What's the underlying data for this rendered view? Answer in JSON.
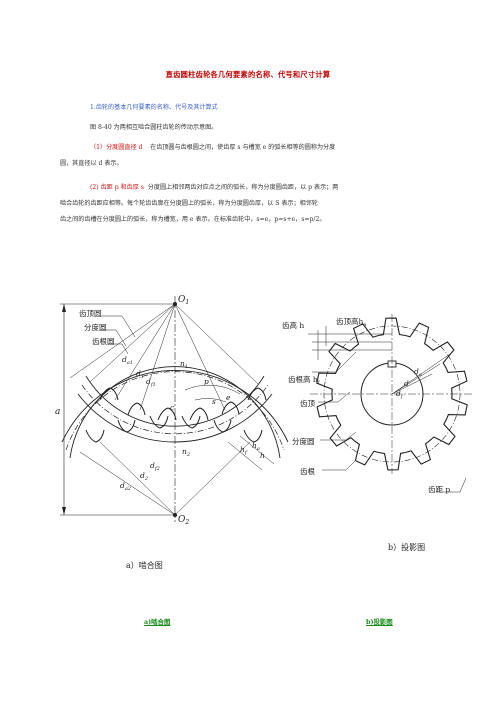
{
  "title": "直齿圆柱齿轮各几何要素的名称、代号和尺寸计算",
  "section_heading": "1.齿轮的基本几何要素的名称、代号及其计算式",
  "intro": "图 8-40 为两相互啮合圆柱齿轮的传动示意图。",
  "item1": {
    "marker": "（1）分度圆直径 d",
    "text_line1": "在齿顶圆与齿根圆之间，使齿厚 s 与槽宽 e 的弧长相等的圆称为分度",
    "text_line2": "圆，其直径以 d 表示。"
  },
  "item2": {
    "marker": "(2)  齿距 p 和齿厚 s",
    "text_line1": "分度圆上相邻两齿对应点之间的弧长，称为分度圆齿距，以 p 表示；两",
    "text_line2": "啮合齿轮的齿距应相等。每个轮齿齿廓在分度圆上的弧长，称为分度圆齿厚，以 S 表示；相邻轮",
    "text_line3": "齿之间的齿槽在分度圆上的弧长，称为槽宽，用 e 表示。在标准齿轮中，s=e，p=s+e，s=p/2。"
  },
  "figure": {
    "left_labels": {
      "addendum_circle": "齿顶圆",
      "pitch_circle": "分度圆",
      "dedendum_circle": "齿根圆",
      "o1": "O",
      "o1_sub": "1",
      "o2": "O",
      "o2_sub": "2",
      "a": "a",
      "da1": "d",
      "da1_sub": "a1",
      "d1": "d",
      "d1_sub": "1",
      "df1": "d",
      "df1_sub": "f1",
      "m1": "n",
      "m1_sub": "1",
      "n2": "n",
      "n2_sub": "2",
      "p": "p",
      "e": "e",
      "s": "s",
      "c": "c",
      "d2": "d",
      "d2_sub": "2",
      "da2": "d",
      "da2_sub": "a2",
      "df2": "d",
      "df2_sub": "f2",
      "hf": "h",
      "hf_sub": "f",
      "ha": "h",
      "ha_sub": "a",
      "h": "h"
    },
    "right_labels": {
      "tooth_height": "齿高 h",
      "addendum": "齿顶高h",
      "addendum_sub": "a",
      "dedendum": "齿根高 h",
      "dedendum_sub": "f",
      "tooth_top": "齿顶",
      "pitch_circle": "分度圆",
      "tooth_root": "齿根",
      "pitch": "齿距 p",
      "da": "d",
      "da_sub": "a",
      "d": "d",
      "df": "d",
      "df_sub": "f"
    },
    "caption_a": "a）啮合图",
    "caption_b": "b）投影图"
  },
  "captions": {
    "a": "a)啮合图",
    "b": "b)投影图"
  },
  "colors": {
    "title": "#c00000",
    "heading": "#3a5fcd",
    "marker": "#d01010",
    "caption": "#1a8a1a"
  }
}
